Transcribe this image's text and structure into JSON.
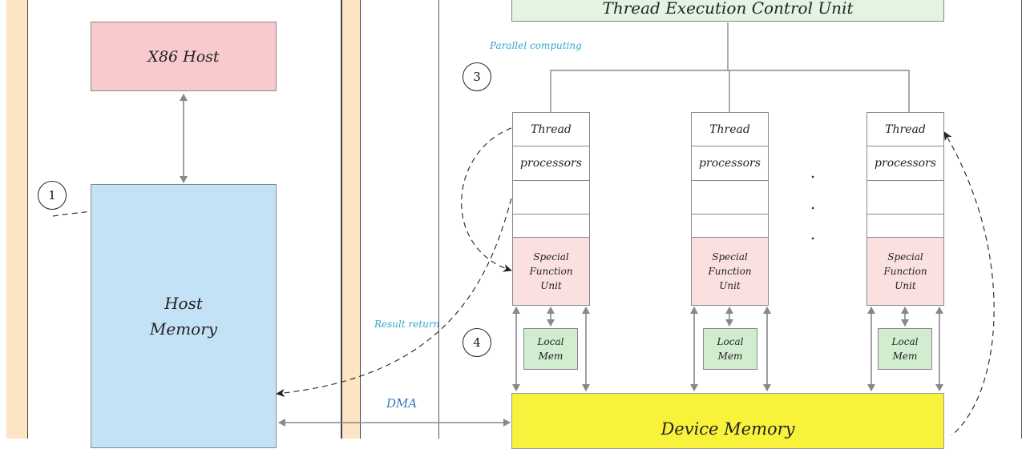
{
  "labels": {
    "x86_host": "X86 Host",
    "host_memory_line1": "Host",
    "host_memory_line2": "Memory",
    "thread_exec_unit": "Thread Execution Control Unit",
    "parallel_computing": "Parallel computing",
    "result_return": "Result return",
    "dma": "DMA",
    "device_memory": "Device Memory",
    "thread": "Thread",
    "processors": "processors",
    "sfu_line1": "Special",
    "sfu_line2": "Function",
    "sfu_line3": "Unit",
    "local_mem_line1": "Local",
    "local_mem_line2": "Mem",
    "dot": "."
  },
  "steps": [
    "1",
    "3",
    "4"
  ],
  "colors": {
    "x86_host": "#f8cacd",
    "host_memory": "#c4e2f6",
    "thread_exec_unit": "#e4f4e2",
    "special_function_unit": "#fbe0e0",
    "local_mem": "#d2ecd0",
    "device_memory": "#f9f23a",
    "side_stripe": "#fde4c4",
    "annotation": "#2fa8c8",
    "dma_label": "#3a76b8"
  }
}
